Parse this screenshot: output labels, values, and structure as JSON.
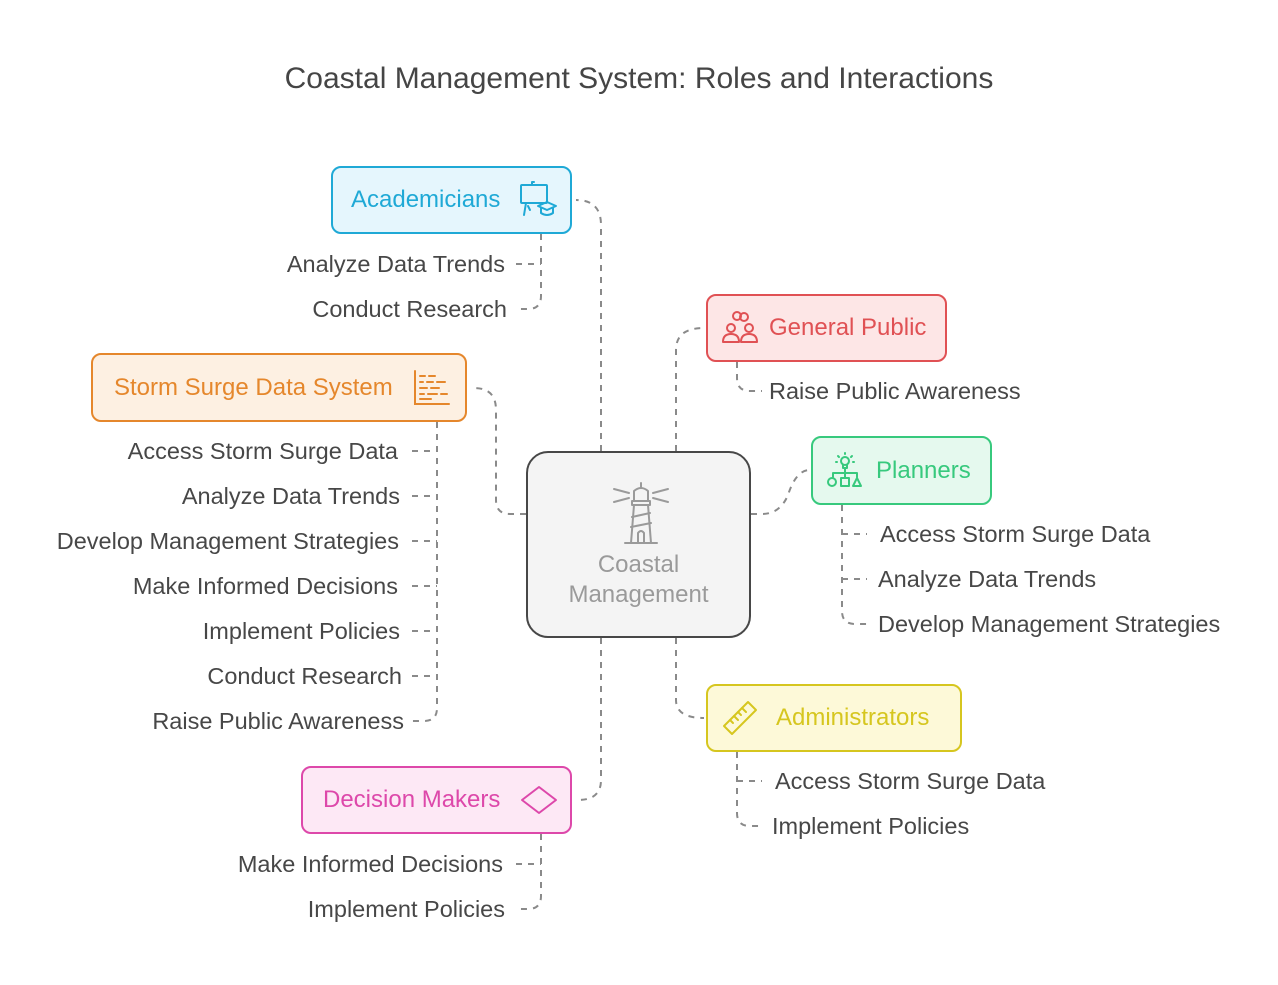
{
  "title": "Coastal Management System: Roles and Interactions",
  "center": {
    "line1": "Coastal",
    "line2": "Management",
    "icon": "lighthouse-icon"
  },
  "colors": {
    "academicians": "#1fa9d6",
    "storm": "#e5872c",
    "decision": "#dd48aa",
    "public": "#e05154",
    "planners": "#37c97d",
    "admin": "#d6c61f",
    "connector": "#8a8a8a"
  },
  "academicians": {
    "label": "Academicians",
    "icon": "presentation-graduation-icon",
    "items": [
      "Analyze Data Trends",
      "Conduct Research"
    ]
  },
  "storm": {
    "label": "Storm Surge Data System",
    "icon": "data-chart-icon",
    "items": [
      "Access Storm Surge Data",
      "Analyze Data Trends",
      "Develop Management Strategies",
      "Make Informed Decisions",
      "Implement Policies",
      "Conduct Research",
      "Raise Public Awareness"
    ]
  },
  "decision": {
    "label": "Decision Makers",
    "icon": "diamond-icon",
    "items": [
      "Make Informed Decisions",
      "Implement Policies"
    ]
  },
  "public": {
    "label": "General Public",
    "icon": "people-icon",
    "items": [
      "Raise Public Awareness"
    ]
  },
  "planners": {
    "label": "Planners",
    "icon": "planning-icon",
    "items": [
      "Access Storm Surge Data",
      "Analyze Data Trends",
      "Develop Management Strategies"
    ]
  },
  "admin": {
    "label": "Administrators",
    "icon": "ruler-icon",
    "items": [
      "Access Storm Surge Data",
      "Implement Policies"
    ]
  }
}
